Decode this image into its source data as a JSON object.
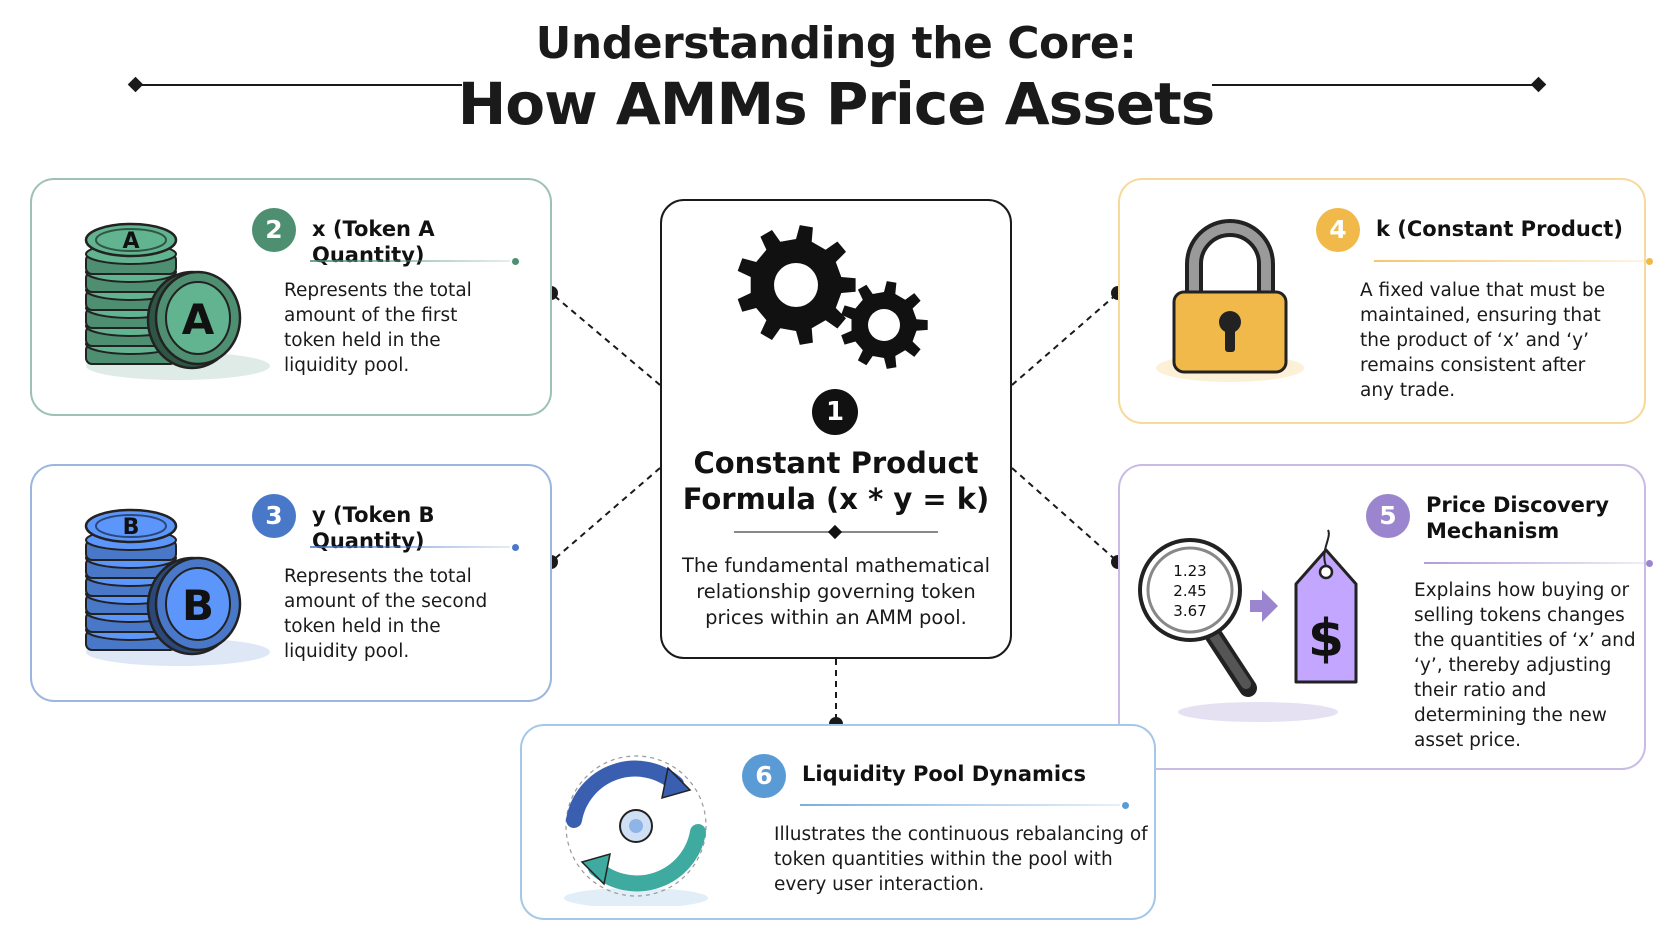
{
  "title": {
    "line1": "Understanding the Core:",
    "line2": "How AMMs Price Assets"
  },
  "center": {
    "number": "1",
    "title_lines": [
      "Constant Product",
      "Formula (x * y = k)"
    ],
    "description_lines": [
      "The fundamental mathematical",
      "relationship governing token",
      "prices within an AMM pool."
    ],
    "icon": "gears-icon"
  },
  "cards": [
    {
      "id": "token-a",
      "number": "2",
      "title_lines": [
        "x (Token A Quantity)"
      ],
      "description_lines": [
        "Represents the total",
        "amount of the first",
        "token held in the",
        "liquidity pool."
      ],
      "accent": "#4e8f72",
      "icon": "coin-stack-a-icon",
      "coin_letter": "A"
    },
    {
      "id": "token-b",
      "number": "3",
      "title_lines": [
        "y (Token B Quantity)"
      ],
      "description_lines": [
        "Represents the total",
        "amount of the second",
        "token held in the",
        "liquidity pool."
      ],
      "accent": "#4a78c9",
      "icon": "coin-stack-b-icon",
      "coin_letter": "B"
    },
    {
      "id": "constant-k",
      "number": "4",
      "title_lines": [
        "k (Constant Product)"
      ],
      "description_lines": [
        "A fixed value that must be",
        "maintained, ensuring that",
        "the product of ‘x’ and ‘y’",
        "remains consistent after",
        "any trade."
      ],
      "accent": "#f0b94a",
      "icon": "padlock-icon"
    },
    {
      "id": "price-discovery",
      "number": "5",
      "title_lines": [
        "Price Discovery",
        "Mechanism"
      ],
      "description_lines": [
        "Explains how buying or",
        "selling tokens changes",
        "the quantities of ‘x’ and",
        "‘y’, thereby adjusting",
        "their ratio and",
        "determining the new",
        "asset price."
      ],
      "accent": "#9b85cf",
      "icon": "magnifier-price-tag-icon",
      "magnifier_values": [
        "1.23",
        "2.45",
        "3.67"
      ],
      "price_symbol": "$"
    },
    {
      "id": "pool-dynamics",
      "number": "6",
      "title_lines": [
        "Liquidity Pool Dynamics"
      ],
      "description_lines": [
        "Illustrates the continuous rebalancing of",
        "token quantities within the pool with",
        "every user interaction."
      ],
      "accent": "#5b9bd5",
      "icon": "cycle-arrows-icon"
    }
  ],
  "colors": {
    "text": "#1a1a1a",
    "connector": "#1a1a1a"
  }
}
